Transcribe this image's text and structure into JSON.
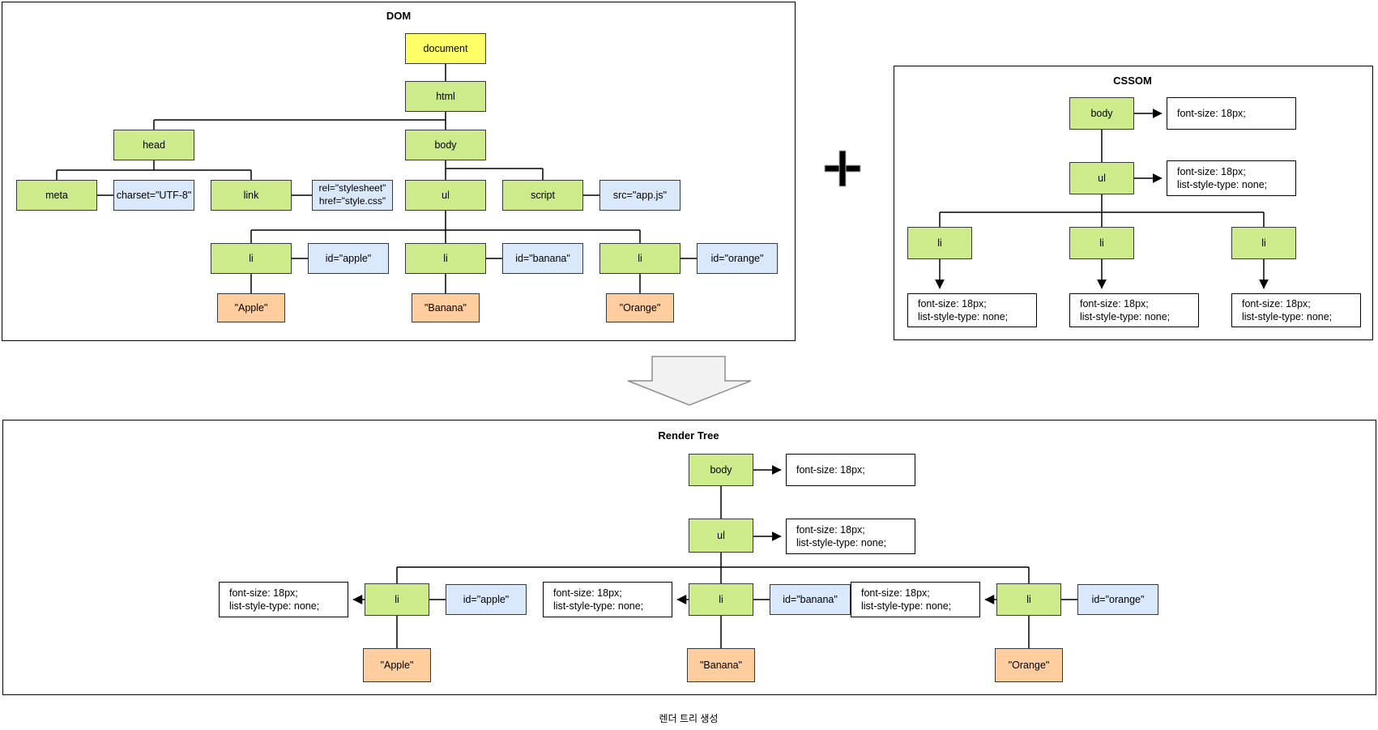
{
  "dom_panel": {
    "title": "DOM",
    "document": "document",
    "html": "html",
    "head": "head",
    "body": "body",
    "meta": "meta",
    "charset_attr": "charset=\"UTF-8\"",
    "link": "link",
    "stylesheet_attr": "rel=\"stylesheet\"\nhref=\"style.css\"",
    "ul": "ul",
    "script": "script",
    "src_attr": "src=\"app.js\"",
    "li_apple": "li",
    "id_apple_attr": "id=\"apple\"",
    "li_banana": "li",
    "id_banana_attr": "id=\"banana\"",
    "li_orange": "li",
    "id_orange_attr": "id=\"orange\"",
    "text_apple": "\"Apple\"",
    "text_banana": "\"Banana\"",
    "text_orange": "\"Orange\""
  },
  "cssom_panel": {
    "title": "CSSOM",
    "body": "body",
    "body_style": "font-size: 18px;",
    "ul": "ul",
    "ul_style": "font-size: 18px;\nlist-style-type: none;",
    "li_1": "li",
    "li_1_style": "font-size: 18px;\nlist-style-type: none;",
    "li_2": "li",
    "li_2_style": "font-size: 18px;\nlist-style-type: none;",
    "li_3": "li",
    "li_3_style": "font-size: 18px;\nlist-style-type: none;"
  },
  "render_panel": {
    "title": "Render Tree",
    "body": "body",
    "body_style": "font-size: 18px;",
    "ul": "ul",
    "ul_style": "font-size: 18px;\nlist-style-type: none;",
    "li_apple": "li",
    "li_apple_style": "font-size: 18px;\nlist-style-type: none;",
    "id_apple_attr": "id=\"apple\"",
    "text_apple": "\"Apple\"",
    "li_banana": "li",
    "li_banana_style": "font-size: 18px;\nlist-style-type: none;",
    "id_banana_attr": "id=\"banana\"",
    "text_banana": "\"Banana\"",
    "li_orange": "li",
    "li_orange_style": "font-size: 18px;\nlist-style-type: none;",
    "id_orange_attr": "id=\"orange\"",
    "text_orange": "\"Orange\""
  },
  "caption": "렌더 트리 생성",
  "colors": {
    "node_fill": "#cdeb8b",
    "attr_fill": "#dae8fc",
    "text_node_fill": "#ffcd9e",
    "document_fill": "#ffff66",
    "big_arrow_fill": "#f2f2f2",
    "box_border": "#36393d",
    "line": "#000000"
  }
}
